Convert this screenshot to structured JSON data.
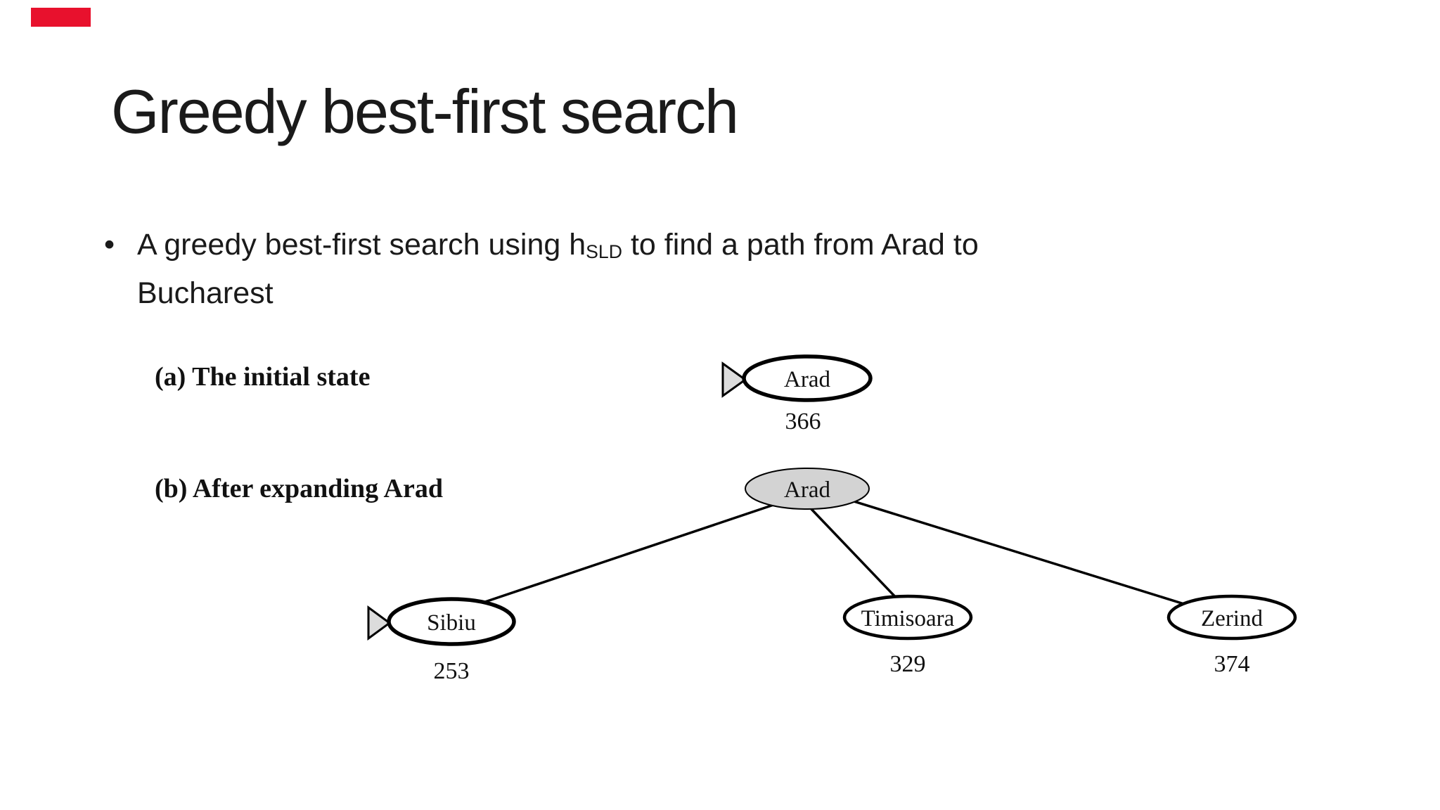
{
  "slide": {
    "title": "Greedy best-first search",
    "bullet": {
      "marker": "•",
      "text_before_sub": "A greedy best-first search using h",
      "subscript": "SLD",
      "text_after_sub": " to find a path from Arad to",
      "line2": "Bucharest"
    },
    "colors": {
      "accent_bar": "#e8112d",
      "body_text": "#1a1a1a",
      "background": "#ffffff"
    }
  },
  "figure": {
    "row_a": {
      "label": "(a) The initial state",
      "node": {
        "name": "Arad",
        "heuristic": "366"
      }
    },
    "row_b": {
      "label": "(b) After expanding Arad",
      "root": {
        "name": "Arad"
      },
      "children": [
        {
          "name": "Sibiu",
          "heuristic": "253"
        },
        {
          "name": "Timisoara",
          "heuristic": "329"
        },
        {
          "name": "Zerind",
          "heuristic": "374"
        }
      ]
    },
    "colors": {
      "expanded_node_fill": "#d3d3d3",
      "frontier_node_fill": "#ffffff",
      "pointer_fill": "#dcdcdc",
      "ink": "#000000"
    }
  }
}
